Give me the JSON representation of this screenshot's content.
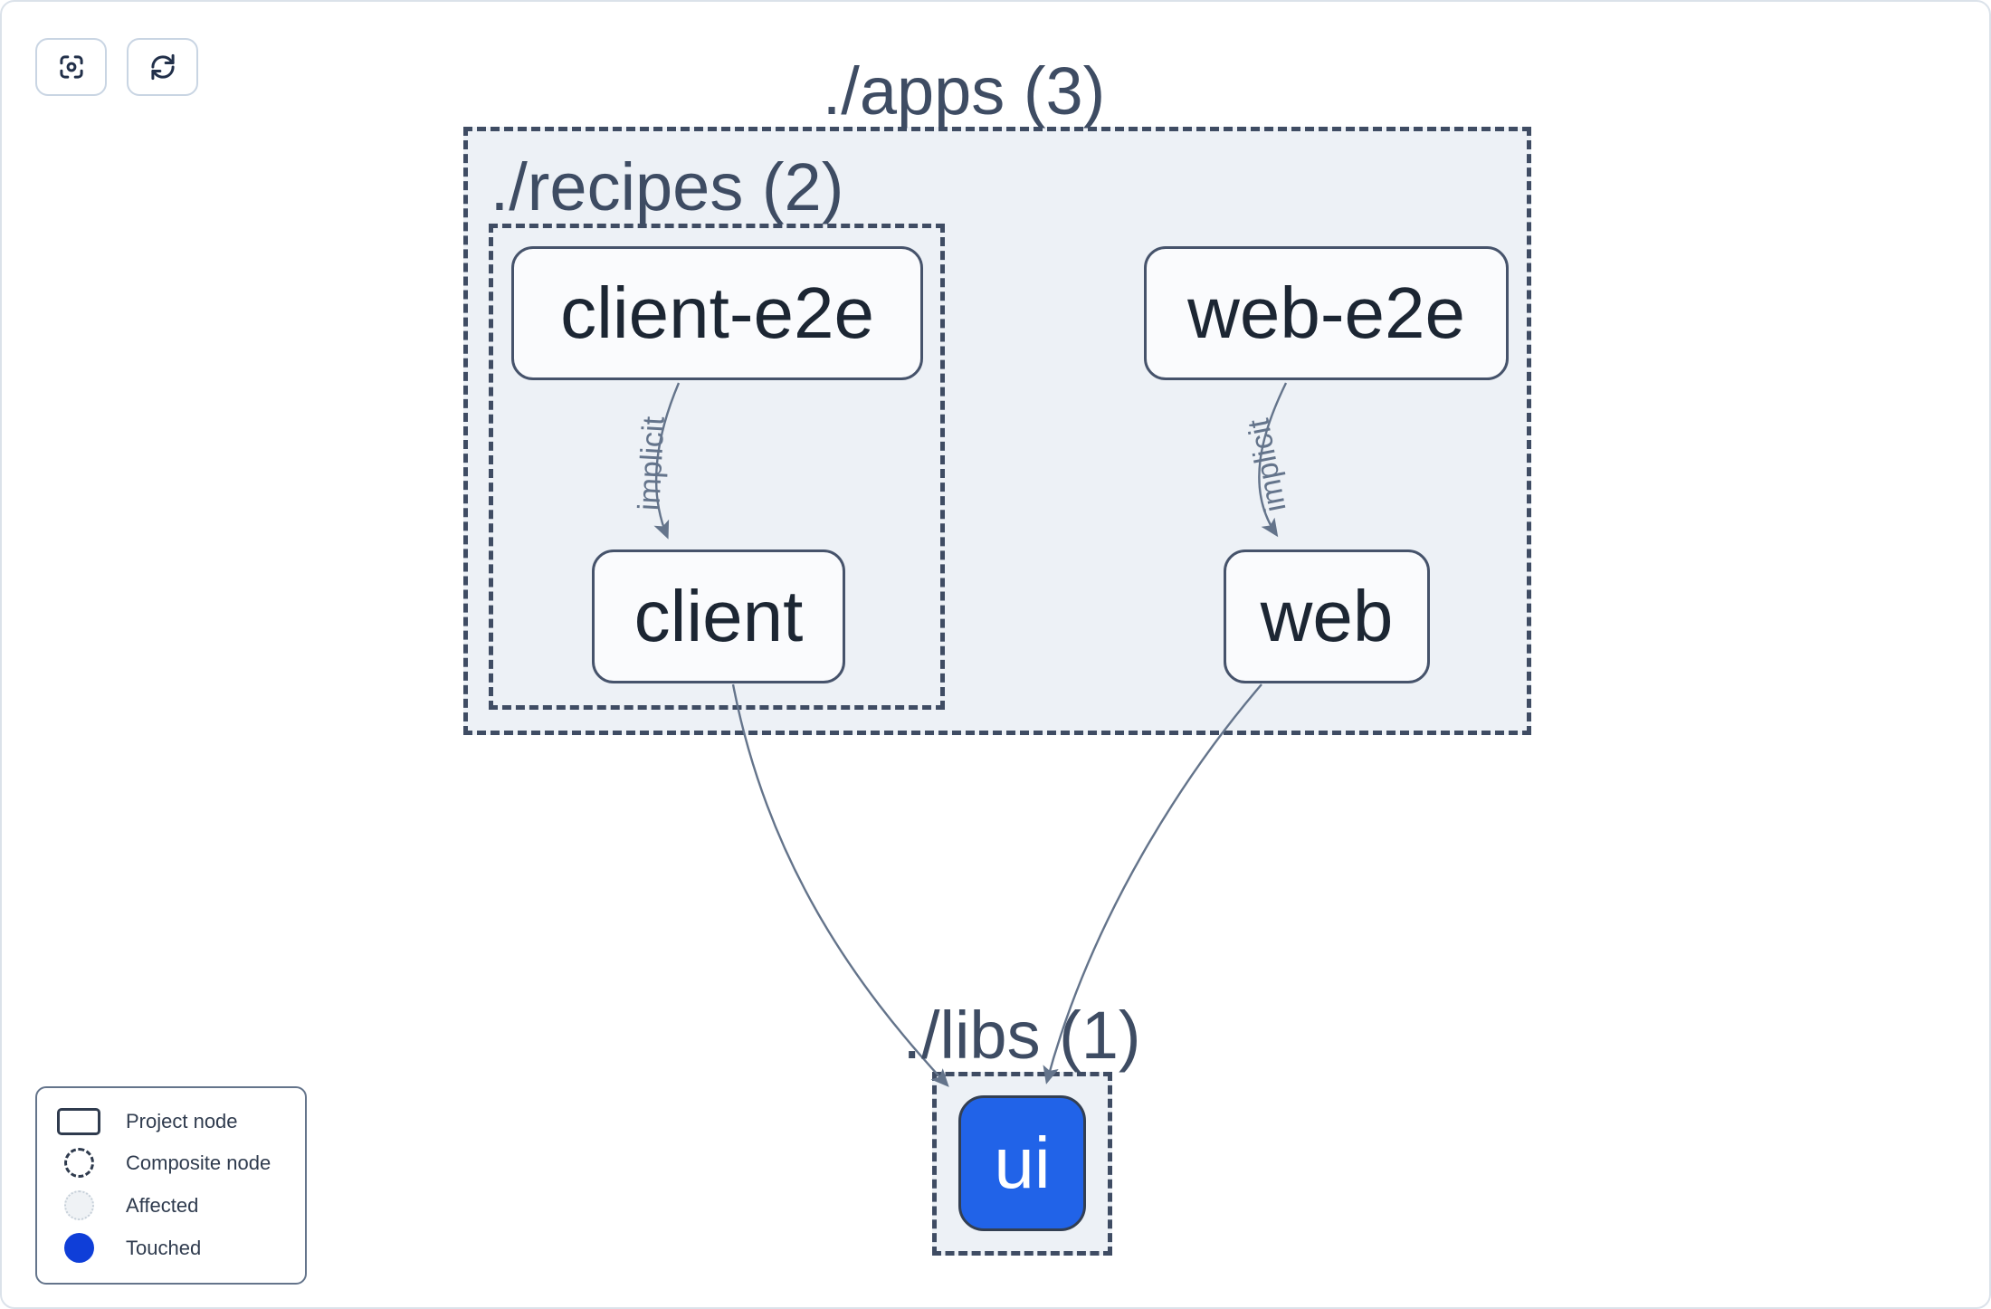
{
  "toolbar": {
    "buttons": [
      {
        "id": "focus",
        "icon": "focus-icon",
        "tooltip": ""
      },
      {
        "id": "refresh",
        "icon": "refresh-icon",
        "tooltip": ""
      }
    ]
  },
  "graph": {
    "groups": [
      {
        "id": "apps",
        "label": "./apps (3)",
        "count": 3
      },
      {
        "id": "recipes",
        "label": "./recipes (2)",
        "count": 2
      },
      {
        "id": "libs",
        "label": "./libs (1)",
        "count": 1
      }
    ],
    "nodes": [
      {
        "id": "client-e2e",
        "label": "client-e2e",
        "group": "recipes",
        "state": "normal"
      },
      {
        "id": "web-e2e",
        "label": "web-e2e",
        "group": "apps",
        "state": "normal"
      },
      {
        "id": "client",
        "label": "client",
        "group": "recipes",
        "state": "normal"
      },
      {
        "id": "web",
        "label": "web",
        "group": "apps",
        "state": "normal"
      },
      {
        "id": "ui",
        "label": "ui",
        "group": "libs",
        "state": "touched"
      }
    ],
    "edges": [
      {
        "from": "client-e2e",
        "to": "client",
        "label": "implicit"
      },
      {
        "from": "web-e2e",
        "to": "web",
        "label": "implicit"
      },
      {
        "from": "client",
        "to": "ui",
        "label": ""
      },
      {
        "from": "web",
        "to": "ui",
        "label": ""
      }
    ]
  },
  "legend": {
    "items": [
      {
        "swatch": "project-node",
        "label": "Project node"
      },
      {
        "swatch": "composite-node",
        "label": "Composite node"
      },
      {
        "swatch": "affected",
        "label": "Affected"
      },
      {
        "swatch": "touched",
        "label": "Touched"
      }
    ]
  },
  "colors": {
    "touched_node": "#2163e8",
    "touched_legend": "#0f3ed8",
    "edge": "#64748b",
    "container_fill": "#edf1f6",
    "dashed_border": "#3f4c63",
    "node_border": "#46536b",
    "node_text": "#1c2633",
    "group_label_text": "#3e4c63"
  }
}
